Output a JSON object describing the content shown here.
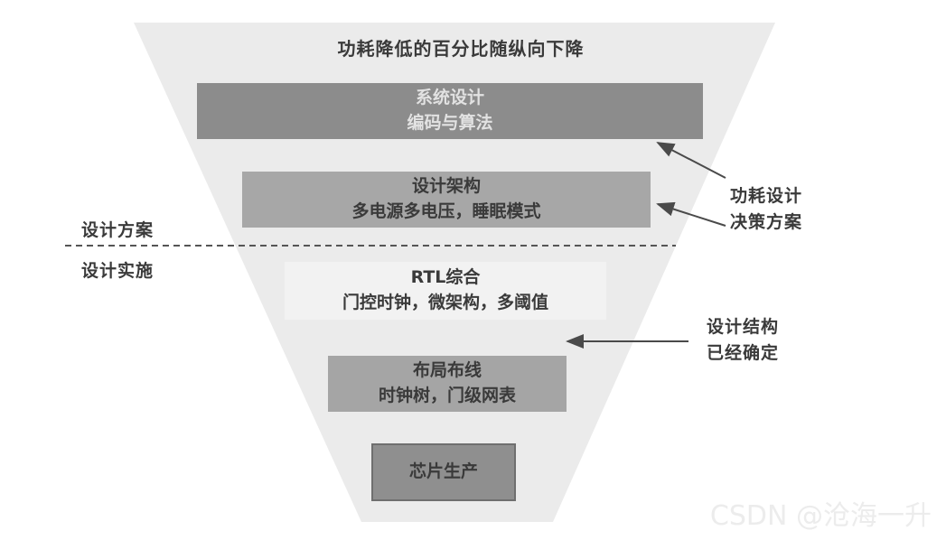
{
  "diagram": {
    "title": "功耗降低的百分比随纵向下降",
    "stages": [
      {
        "line1": "系统设计",
        "line2": "编码与算法"
      },
      {
        "line1": "设计架构",
        "line2": "多电源多电压，睡眠模式"
      },
      {
        "line1": "RTL综合",
        "line2": "门控时钟，微架构，多阈值"
      },
      {
        "line1": "布局布线",
        "line2": "时钟树，门级网表"
      },
      {
        "line1": "芯片生产",
        "line2": ""
      }
    ],
    "left_labels": {
      "above_divider": "设计方案",
      "below_divider": "设计实施"
    },
    "notes": [
      {
        "line1": "功耗设计",
        "line2": "决策方案"
      },
      {
        "line1": "设计结构",
        "line2": "已经确定"
      }
    ],
    "watermark": "CSDN @沧海一升"
  },
  "colors": {
    "funnel": "#ebebeb",
    "divider": "#555555",
    "arrow": "#4a4a4a",
    "text": "#3a3a3a"
  }
}
